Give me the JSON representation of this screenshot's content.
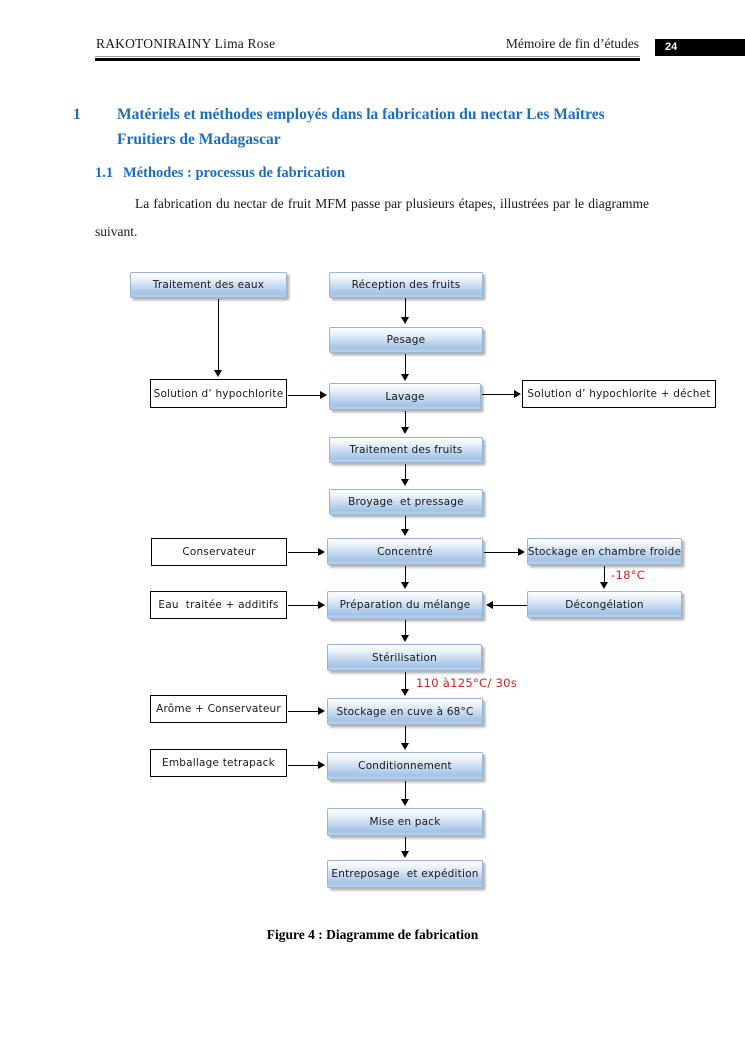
{
  "header": {
    "author": "RAKOTONIRAINY Lima Rose",
    "doc_title": "Mémoire de fin d’études",
    "page_number": "24"
  },
  "section": {
    "number": "1",
    "title": "Matériels et méthodes employés dans la fabrication du nectar Les Maîtres Fruitiers de Madagascar"
  },
  "subsection": {
    "number": "1.1",
    "title": "Méthodes : processus de fabrication"
  },
  "paragraph": "La fabrication du nectar de fruit MFM passe par plusieurs étapes, illustrées par le diagramme suivant.",
  "diagram": {
    "nodes": {
      "traitement_eaux": "Traitement des eaux",
      "reception_fruits": "Réception des fruits",
      "pesage": "Pesage",
      "solution_hypochlorite": "Solution d’ hypochlorite",
      "lavage": "Lavage",
      "solution_dechet": "Solution d’ hypochlorite + déchet",
      "traitement_fruits": "Traitement des fruits",
      "broyage": "Broyage  et pressage",
      "conservateur": "Conservateur",
      "concentre": "Concentré",
      "stockage_froide": "Stockage en chambre froide",
      "eau_traitee": "Eau  traitée + additifs",
      "preparation": "Préparation du mélange",
      "decongelation": "Décongélation",
      "sterilisation": "Stérilisation",
      "arome": "Arôme + Conservateur",
      "stockage_cuve": "Stockage en cuve à 68°C",
      "emballage": "Emballage tetrapack",
      "conditionnement": "Conditionnement",
      "mise_en_pack": "Mise en pack",
      "entreposage": "Entreposage  et expédition"
    },
    "annotations": {
      "temp_cold": "-18°C",
      "temp_sterilisation": "110 à125°C/ 30s"
    }
  },
  "caption": "Figure 4 : Diagramme de fabrication",
  "colors": {
    "heading_blue": "#1c6fbf",
    "annotation_red": "#cc2222",
    "node_border_blue": "#97b6d7",
    "node_fill_blue": "#a4c4e6"
  }
}
